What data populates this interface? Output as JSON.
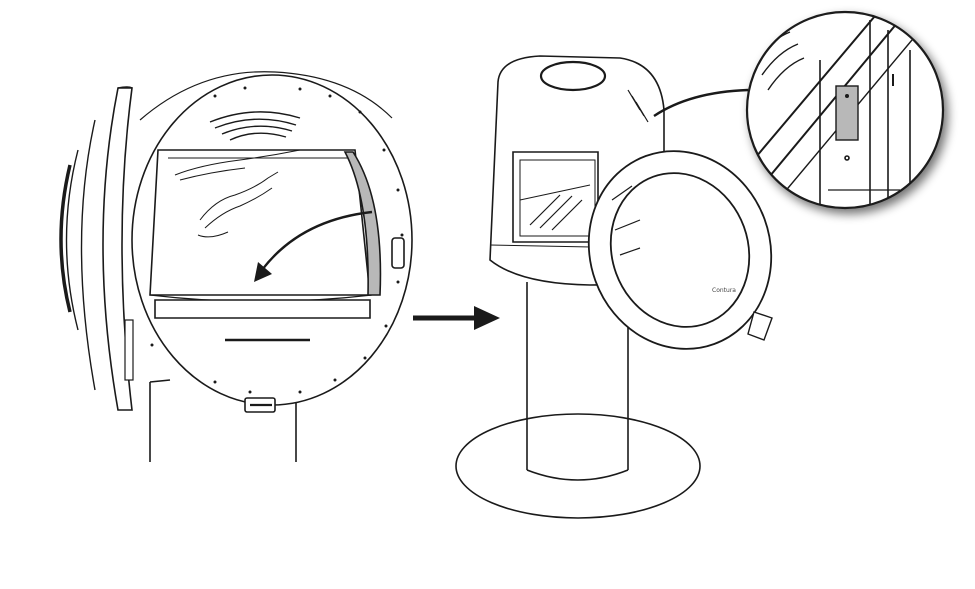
{
  "figure": {
    "type": "installation-instruction-illustration",
    "steps": [
      {
        "id": "step-1",
        "subject": "stove-front-door-open",
        "callout": "rotate-inner-plate-arrow"
      },
      {
        "id": "step-2",
        "subject": "stove-on-pedestal-door-open",
        "callout": "magnified-hinge-detail"
      }
    ],
    "connector": "right-arrow",
    "brand_mark": "Contura",
    "colors": {
      "line": "#1a1a1a",
      "highlight_panel": "#b8b8b8",
      "shadow": "#9a9a9a",
      "background": "#ffffff"
    }
  }
}
